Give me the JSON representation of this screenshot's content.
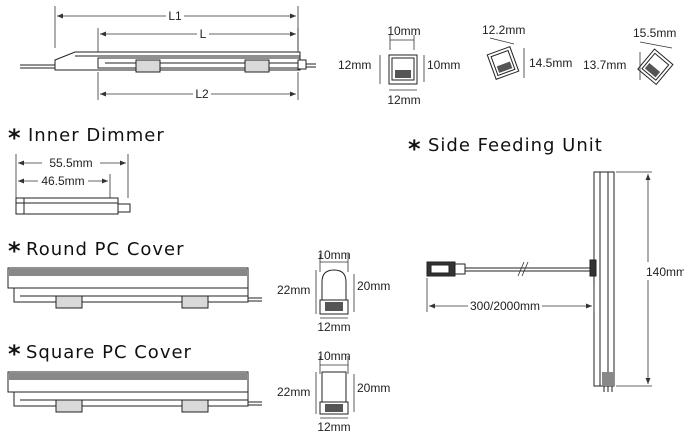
{
  "main_profile": {
    "label_l1": "L1",
    "label_l": "L",
    "label_l2": "L2"
  },
  "cross_sections": {
    "standard": {
      "top": "10mm",
      "left": "12mm",
      "right": "10mm",
      "bottom": "12mm"
    },
    "angled_small": {
      "top": "12.2mm",
      "right": "14.5mm"
    },
    "angled_large": {
      "top": "15.5mm",
      "left": "13.7mm"
    }
  },
  "inner_dimmer": {
    "star": "*",
    "title": "Inner Dimmer",
    "dim_outer": "55.5mm",
    "dim_inner": "46.5mm"
  },
  "round_pc_cover": {
    "star": "*",
    "title": "Round PC Cover",
    "top": "10mm",
    "left": "22mm",
    "right": "20mm",
    "bottom": "12mm"
  },
  "square_pc_cover": {
    "star": "*",
    "title": "Square PC Cover",
    "top": "10mm",
    "left": "22mm",
    "right": "20mm",
    "bottom": "12mm"
  },
  "side_feeding_unit": {
    "star": "*",
    "title": "Side Feeding Unit",
    "cable_length": "300/2000mm",
    "height": "140mm"
  }
}
